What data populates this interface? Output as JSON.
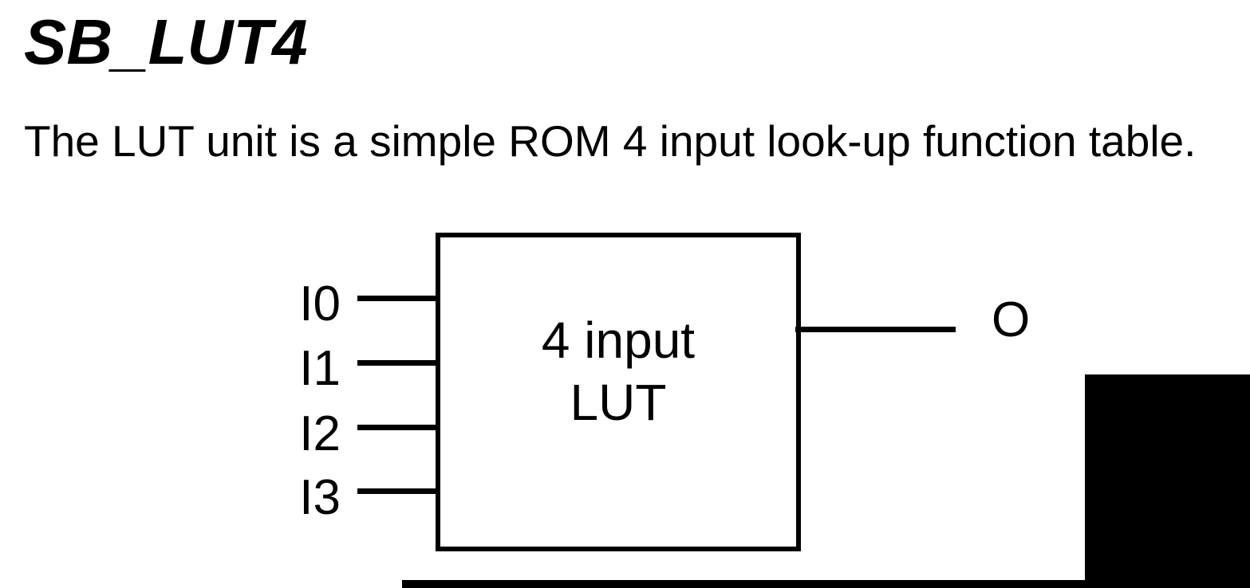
{
  "page": {
    "title": "SB_LUT4",
    "description": "The LUT unit is a simple ROM 4 input look-up function table."
  },
  "diagram": {
    "block_label": [
      "4 input",
      "LUT"
    ],
    "inputs": [
      {
        "label": "I0"
      },
      {
        "label": "I1"
      },
      {
        "label": "I2"
      },
      {
        "label": "I3"
      }
    ],
    "output_label": "O"
  },
  "colors": {
    "ink": "#000000",
    "paper": "#ffffff",
    "redaction": "#000000"
  }
}
